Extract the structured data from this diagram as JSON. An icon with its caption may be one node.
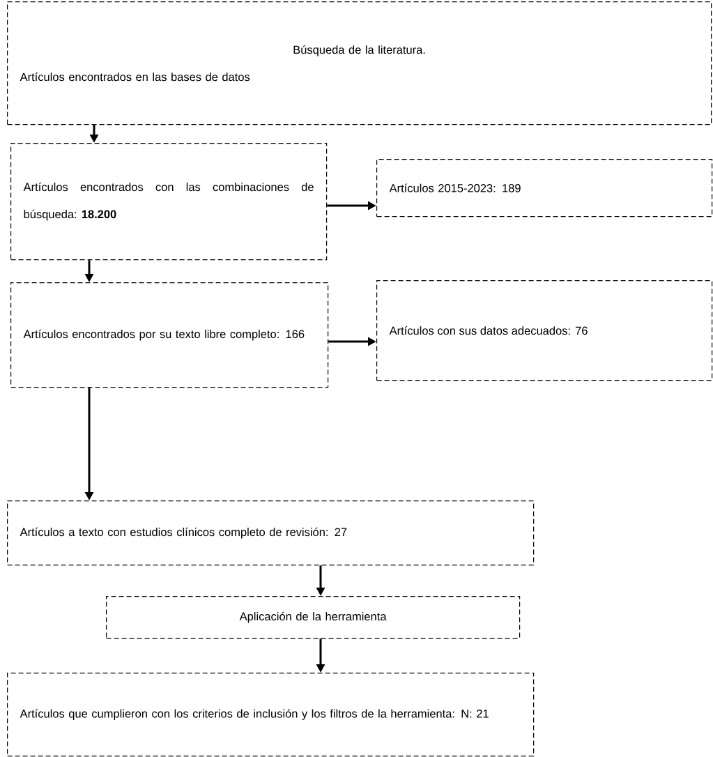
{
  "diagram": {
    "nodes": [
      {
        "text": [
          "Búsqueda de la literatura.",
          "Artículos encontrados en las bases de datos"
        ]
      },
      {
        "text": [
          "Artículos encontrados con las combinaciones de búsqueda: **18.200**"
        ]
      },
      {
        "text": [
          "Artículos 2015-2023: 189"
        ]
      },
      {
        "text": [
          "Artículos encontrados por su texto libre completo: 166"
        ]
      },
      {
        "text": [
          "Artículos con sus datos adecuados: 76"
        ]
      },
      {
        "text": [
          "Artículos a texto con estudios clínicos completo de revisión: 27"
        ]
      },
      {
        "text": [
          "Aplicación de la herramienta"
        ]
      },
      {
        "text": [
          "Artículos que cumplieron con los criterios de inclusión y los filtros de la herramienta: N: 21"
        ]
      }
    ],
    "edges": [
      {
        "from": 0,
        "to": 1,
        "arrow": "to"
      },
      {
        "from": 1,
        "to": 2,
        "arrow": "to"
      },
      {
        "from": 1,
        "to": 3,
        "arrow": "to"
      },
      {
        "from": 3,
        "to": 4,
        "arrow": "to"
      },
      {
        "from": 3,
        "to": 5,
        "arrow": "to"
      },
      {
        "from": 5,
        "to": 6,
        "arrow": "to"
      },
      {
        "from": 6,
        "to": 7,
        "arrow": "to"
      }
    ]
  }
}
